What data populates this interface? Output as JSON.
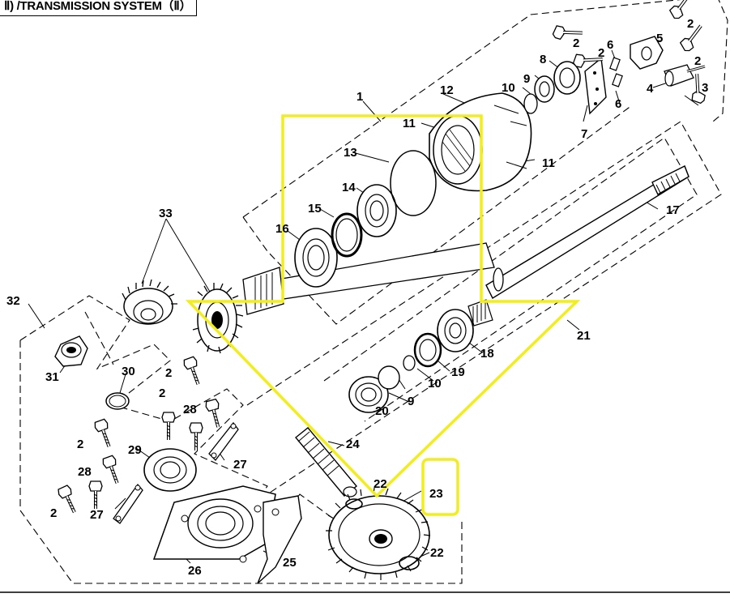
{
  "title": "Ⅱ) /TRANSMISSION SYSTEM（Ⅱ）",
  "callouts": [
    {
      "id": "c1",
      "text": "1"
    },
    {
      "id": "c2a",
      "text": "2"
    },
    {
      "id": "c2b",
      "text": "2"
    },
    {
      "id": "c2c",
      "text": "2"
    },
    {
      "id": "c2d",
      "text": "2"
    },
    {
      "id": "c2e",
      "text": "2"
    },
    {
      "id": "c2f",
      "text": "2"
    },
    {
      "id": "c2g",
      "text": "2"
    },
    {
      "id": "c2h",
      "text": "2"
    },
    {
      "id": "c2i",
      "text": "2"
    },
    {
      "id": "c3",
      "text": "3"
    },
    {
      "id": "c4",
      "text": "4"
    },
    {
      "id": "c5",
      "text": "5"
    },
    {
      "id": "c6a",
      "text": "6"
    },
    {
      "id": "c6b",
      "text": "6"
    },
    {
      "id": "c7",
      "text": "7"
    },
    {
      "id": "c8",
      "text": "8"
    },
    {
      "id": "c9a",
      "text": "9"
    },
    {
      "id": "c9b",
      "text": "9"
    },
    {
      "id": "c10a",
      "text": "10"
    },
    {
      "id": "c10b",
      "text": "10"
    },
    {
      "id": "c11a",
      "text": "11"
    },
    {
      "id": "c11b",
      "text": "11"
    },
    {
      "id": "c12",
      "text": "12"
    },
    {
      "id": "c13",
      "text": "13"
    },
    {
      "id": "c14",
      "text": "14"
    },
    {
      "id": "c15",
      "text": "15"
    },
    {
      "id": "c16",
      "text": "16"
    },
    {
      "id": "c17",
      "text": "17"
    },
    {
      "id": "c18",
      "text": "18"
    },
    {
      "id": "c19",
      "text": "19"
    },
    {
      "id": "c20",
      "text": "20"
    },
    {
      "id": "c21",
      "text": "21"
    },
    {
      "id": "c22a",
      "text": "22"
    },
    {
      "id": "c22b",
      "text": "22"
    },
    {
      "id": "c23",
      "text": "23"
    },
    {
      "id": "c24",
      "text": "24"
    },
    {
      "id": "c25",
      "text": "25"
    },
    {
      "id": "c26",
      "text": "26"
    },
    {
      "id": "c27a",
      "text": "27"
    },
    {
      "id": "c27b",
      "text": "27"
    },
    {
      "id": "c28a",
      "text": "28"
    },
    {
      "id": "c28b",
      "text": "28"
    },
    {
      "id": "c29",
      "text": "29"
    },
    {
      "id": "c30",
      "text": "30"
    },
    {
      "id": "c31",
      "text": "31"
    },
    {
      "id": "c32",
      "text": "32"
    },
    {
      "id": "c33",
      "text": "33"
    }
  ],
  "colors": {
    "line": "#000000",
    "highlight": "#f2ee1d",
    "paper": "#ffffff"
  },
  "icons": [
    "bolt-icon",
    "bearing-icon",
    "gear-icon",
    "shaft-icon",
    "housing-icon",
    "arrow-highlight-icon"
  ]
}
